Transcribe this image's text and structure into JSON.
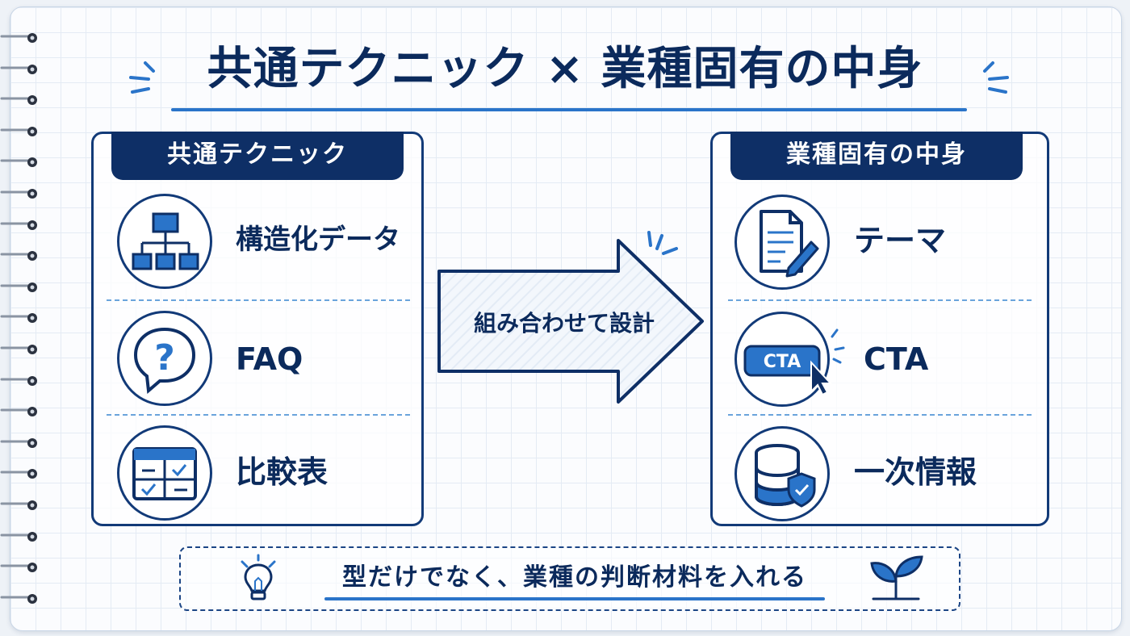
{
  "title": "共通テクニック × 業種固有の中身",
  "left_panel": {
    "heading": "共通テクニック",
    "items": [
      {
        "label": "構造化データ",
        "icon": "hierarchy-icon"
      },
      {
        "label": "FAQ",
        "icon": "question-bubble-icon"
      },
      {
        "label": "比較表",
        "icon": "comparison-table-icon"
      }
    ]
  },
  "arrow": {
    "label": "組み合わせて設計"
  },
  "right_panel": {
    "heading": "業種固有の中身",
    "items": [
      {
        "label": "テーマ",
        "icon": "document-pencil-icon"
      },
      {
        "label": "CTA",
        "icon": "cta-button-cursor-icon",
        "button_text": "CTA"
      },
      {
        "label": "一次情報",
        "icon": "database-shield-icon"
      }
    ]
  },
  "footer": {
    "text": "型だけでなく、業種の判断材料を入れる",
    "left_icon": "lightbulb-icon",
    "right_icon": "sprout-icon"
  },
  "colors": {
    "navy": "#0e2f66",
    "accent_blue": "#2a74c9",
    "light_blue": "#6aa4dc"
  }
}
